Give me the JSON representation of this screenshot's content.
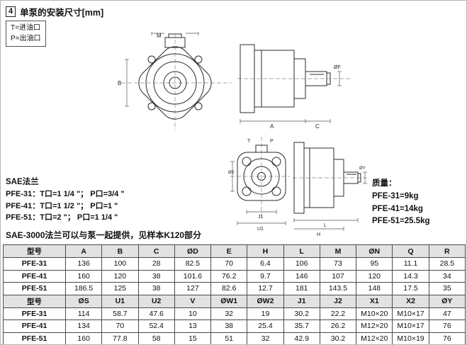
{
  "header": {
    "section_number": "4",
    "title": "单泵的安装尺寸[mm]"
  },
  "legend": {
    "t": "T=进油口",
    "p": "P=出油口"
  },
  "sae": {
    "title": "SAE法兰",
    "lines": [
      "PFE-31：T口=1 1/4 \"；  P口=3/4 \"",
      "PFE-41：T口=1 1/2 \"；  P口=1 \"",
      "PFE-51：T口=2 \"；    P口=1 1/4 \""
    ]
  },
  "note": "SAE-3000法兰可以与泵一起提供，见样本K120部分",
  "mass": {
    "title": "质量：",
    "lines": [
      "PFE-31=9kg",
      "PFE-41=14kg",
      "PFE-51=25.5kg"
    ]
  },
  "drawing_labels": {
    "m": "M",
    "b": "B",
    "a": "A",
    "c": "C",
    "f": "ØF",
    "s": "ØS",
    "j1": "J1",
    "u1": "U1",
    "t": "T",
    "p": "P",
    "l": "L",
    "h": "H",
    "y": "ØY"
  },
  "table": {
    "header1": [
      "型号",
      "A",
      "B",
      "C",
      "ØD",
      "E",
      "H",
      "L",
      "M",
      "ØN",
      "Q",
      "R"
    ],
    "rows1": [
      [
        "PFE-31",
        "136",
        "100",
        "28",
        "82.5",
        "70",
        "6.4",
        "106",
        "73",
        "95",
        "11.1",
        "28.5"
      ],
      [
        "PFE-41",
        "160",
        "120",
        "38",
        "101.6",
        "76.2",
        "9.7",
        "146",
        "107",
        "120",
        "14.3",
        "34"
      ],
      [
        "PFE-51",
        "186.5",
        "125",
        "38",
        "127",
        "82.6",
        "12.7",
        "181",
        "143.5",
        "148",
        "17.5",
        "35"
      ]
    ],
    "header2": [
      "型号",
      "ØS",
      "U1",
      "U2",
      "V",
      "ØW1",
      "ØW2",
      "J1",
      "J2",
      "X1",
      "X2",
      "ØY"
    ],
    "rows2": [
      [
        "PFE-31",
        "114",
        "58.7",
        "47.6",
        "10",
        "32",
        "19",
        "30.2",
        "22.2",
        "M10×20",
        "M10×17",
        "47"
      ],
      [
        "PFE-41",
        "134",
        "70",
        "52.4",
        "13",
        "38",
        "25.4",
        "35.7",
        "26.2",
        "M12×20",
        "M10×17",
        "76"
      ],
      [
        "PFE-51",
        "160",
        "77.8",
        "58",
        "15",
        "51",
        "32",
        "42.9",
        "30.2",
        "M12×20",
        "M10×19",
        "76"
      ]
    ]
  }
}
